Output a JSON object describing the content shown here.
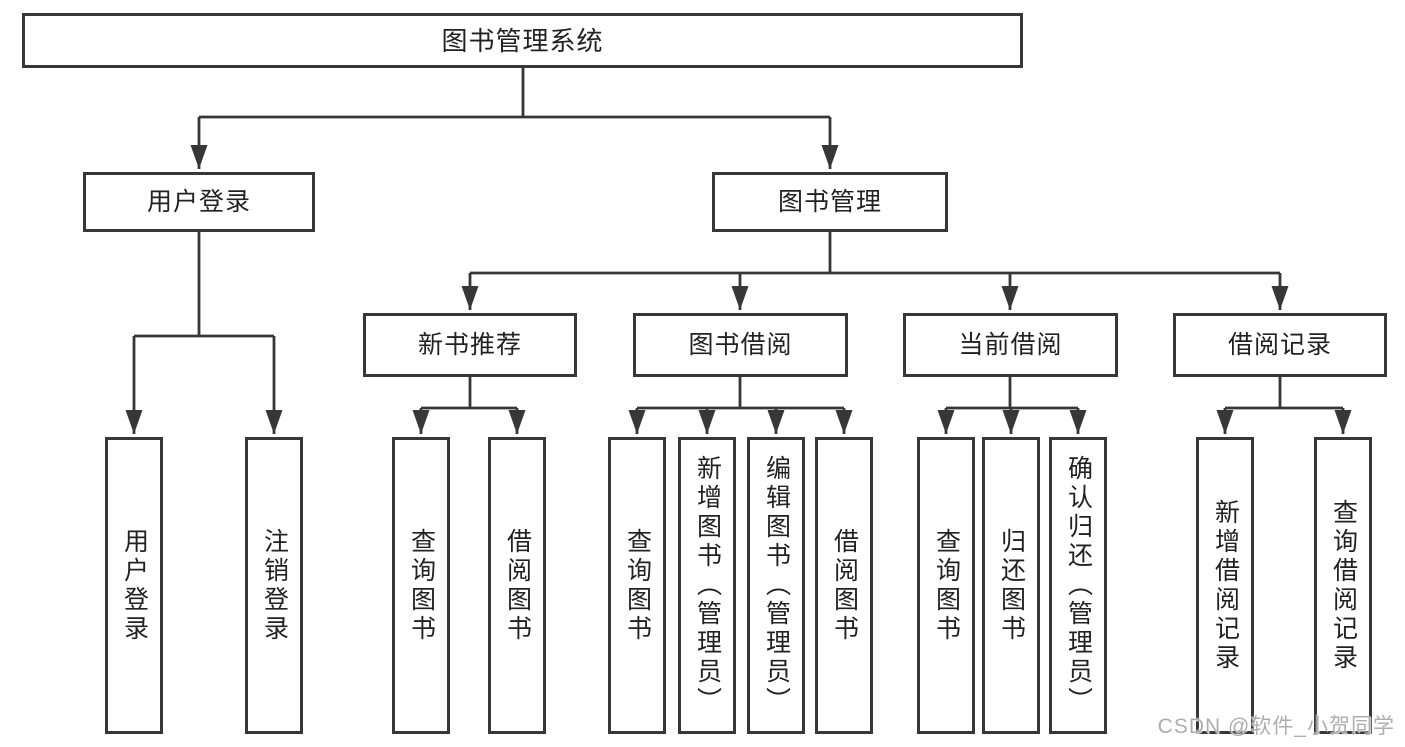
{
  "tree": {
    "root": {
      "label": "图书管理系统"
    },
    "level2": [
      {
        "label": "用户登录",
        "leaves": [
          {
            "label": "用户登录"
          },
          {
            "label": "注销登录"
          }
        ]
      },
      {
        "label": "图书管理",
        "modules": [
          {
            "label": "新书推荐",
            "leaves": [
              {
                "label": "查询图书"
              },
              {
                "label": "借阅图书"
              }
            ]
          },
          {
            "label": "图书借阅",
            "leaves": [
              {
                "label": "查询图书"
              },
              {
                "label": "新增图书（管理员）"
              },
              {
                "label": "编辑图书（管理员）"
              },
              {
                "label": "借阅图书"
              }
            ]
          },
          {
            "label": "当前借阅",
            "leaves": [
              {
                "label": "查询图书"
              },
              {
                "label": "归还图书"
              },
              {
                "label": "确认归还（管理员）"
              }
            ]
          },
          {
            "label": "借阅记录",
            "leaves": [
              {
                "label": "新增借阅记录"
              },
              {
                "label": "查询借阅记录"
              }
            ]
          }
        ]
      }
    ]
  },
  "watermark": {
    "text": "CSDN @软件_小贺同学"
  },
  "colors": {
    "line": "#373737",
    "text": "#222222",
    "background": "#ffffff",
    "watermark": "#aeaeae"
  }
}
